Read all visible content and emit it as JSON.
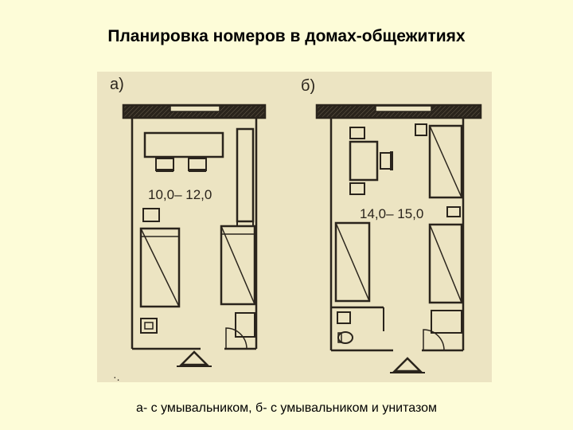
{
  "slide": {
    "title": "Планировка номеров в домах-общежитиях",
    "caption": "а- с умывальником, б- с умывальником и унитазом"
  },
  "plans": [
    {
      "label": "а)",
      "area": "10,0– 12,0"
    },
    {
      "label": "б)",
      "area": "14,0– 15,0"
    }
  ],
  "colors": {
    "background": "#fdfcd8",
    "plan_paper": "#ece4c2",
    "ink": "#2a241c"
  }
}
